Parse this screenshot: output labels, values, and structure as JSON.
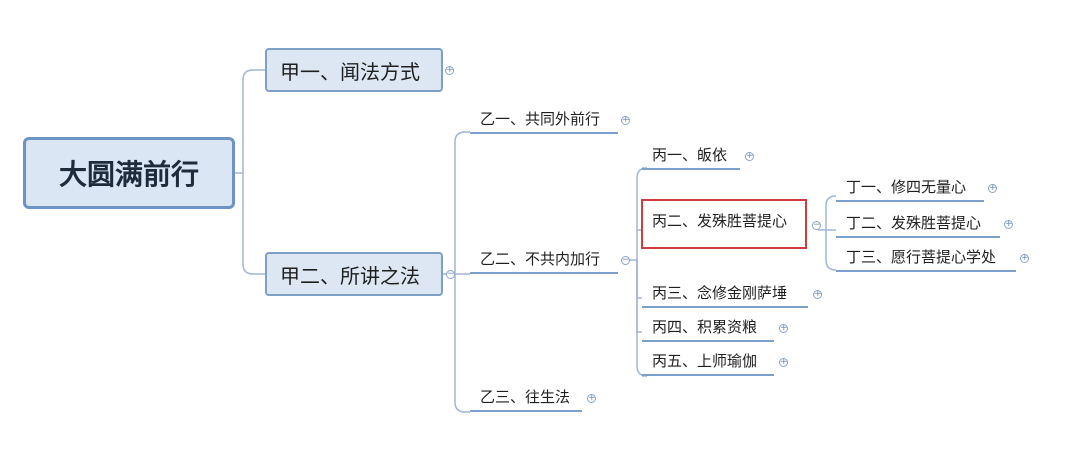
{
  "root": {
    "label": "大圆满前行"
  },
  "level1": [
    {
      "label": "甲一、闻法方式"
    },
    {
      "label": "甲二、所讲之法"
    }
  ],
  "level2": [
    {
      "label": "乙一、共同外前行"
    },
    {
      "label": "乙二、不共内加行"
    },
    {
      "label": "乙三、往生法"
    }
  ],
  "level3": [
    {
      "label": "丙一、皈依"
    },
    {
      "label": "丙二、发殊胜菩提心"
    },
    {
      "label": "丙三、念修金刚萨埵"
    },
    {
      "label": "丙四、积累资粮"
    },
    {
      "label": "丙五、上师瑜伽"
    }
  ],
  "level4": [
    {
      "label": "丁一、修四无量心"
    },
    {
      "label": "丁二、发殊胜菩提心"
    },
    {
      "label": "丁三、愿行菩提心学处"
    }
  ],
  "colors": {
    "connector": "#9fb7d6",
    "node_border": "#7f9fc7",
    "node_fill": "#dde7f3",
    "highlight": "#d23b3b"
  }
}
